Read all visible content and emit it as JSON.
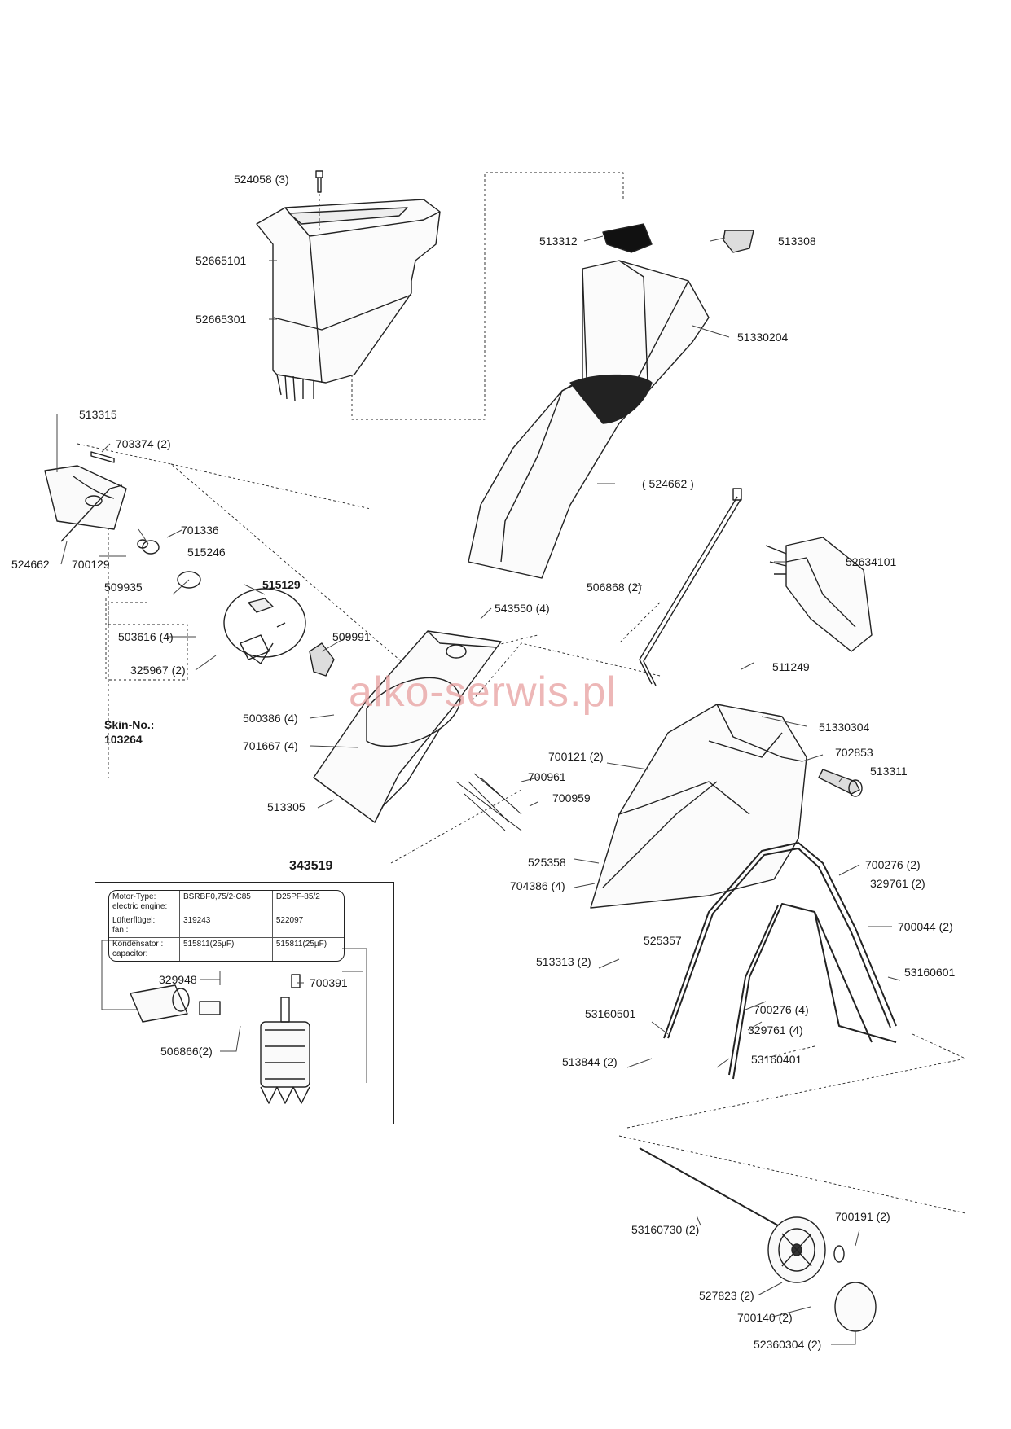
{
  "watermark": "alko-serwis.pl",
  "skin": {
    "label": "Skin-No.:",
    "number": "103264"
  },
  "kit": {
    "number": "343519",
    "rows": [
      {
        "h1": "Motor-Type:",
        "h2": "electric engine:",
        "v1": "BSRBF0,75/2-C85",
        "v2": "D25PF-85/2"
      },
      {
        "h1": "Lüfterflügel:",
        "h2": "fan :",
        "v1": "319243",
        "v2": "522097"
      },
      {
        "h1": "Kondensator :",
        "h2": "capacitor:",
        "v1": "515811(25µF)",
        "v2": "515811(25µF)"
      }
    ]
  },
  "parts": {
    "p524058": "524058 (3)",
    "p52665101": "52665101",
    "p52665301": "52665301",
    "p513312": "513312",
    "p513308": "513308",
    "p51330204": "51330204",
    "p513315": "513315",
    "p703374": "703374 (2)",
    "p524662a": "( 524662 )",
    "p701336": "701336",
    "p700129": "700129",
    "p515246": "515246",
    "p524662": "524662",
    "p509935": "509935",
    "p515129": "515129",
    "p506868": "506868 (2)",
    "p52634101": "52634101",
    "p543550": "543550 (4)",
    "p503616": "503616 (4)",
    "p509991": "509991",
    "p325967": "325967 (2)",
    "p511249": "511249",
    "p500386": "500386 (4)",
    "p51330304": "51330304",
    "p701667": "701667 (4)",
    "p700121": "700121 (2)",
    "p702853": "702853",
    "p700961": "700961",
    "p513311": "513311",
    "p700959": "700959",
    "p513305": "513305",
    "p525358": "525358",
    "p700276a": "700276 (2)",
    "p704386": "704386 (4)",
    "p329761a": "329761 (2)",
    "p700044": "700044 (2)",
    "p525357": "525357",
    "p513313": "513313 (2)",
    "p53160601": "53160601",
    "p329948": "329948",
    "p700391": "700391",
    "p53160501": "53160501",
    "p700276b": "700276 (4)",
    "p329761b": "329761 (4)",
    "p506866": "506866(2)",
    "p513844": "513844 (2)",
    "p53160401": "53160401",
    "p53160730": "53160730 (2)",
    "p700191": "700191 (2)",
    "p527823": "527823 (2)",
    "p700140": "700140 (2)",
    "p52360304": "52360304 (2)"
  }
}
